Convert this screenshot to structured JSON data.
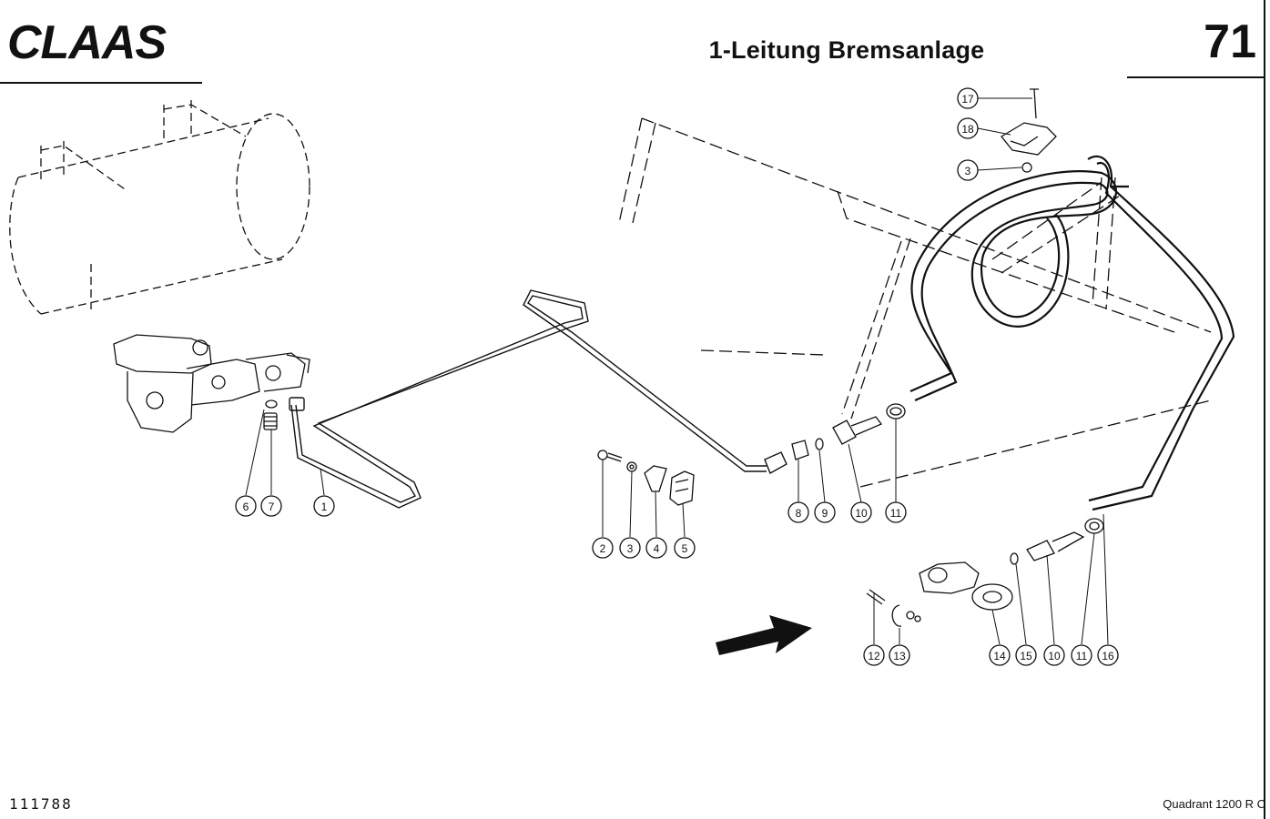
{
  "header": {
    "logo_text": "CLAAS",
    "title": "1-Leitung Bremsanlage",
    "page_number": "71"
  },
  "footer": {
    "drawing_number": "111788",
    "model": "Quadrant  1200 R C"
  },
  "callouts": [
    "1",
    "2",
    "3",
    "4",
    "5",
    "6",
    "7",
    "8",
    "9",
    "10",
    "11",
    "12",
    "13",
    "14",
    "15",
    "10",
    "11",
    "16",
    "17",
    "18",
    "3"
  ]
}
